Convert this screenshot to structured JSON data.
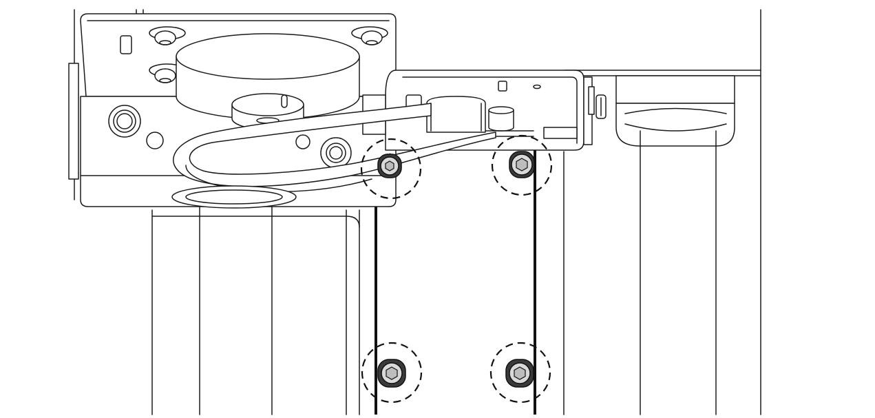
{
  "illustration": {
    "kind": "technical line drawing",
    "colors": {
      "line": "#1a1a1a",
      "fill": "#ffffff",
      "bolt_head": "#d9d9d9",
      "bolt_body": "#3a3a3a"
    }
  },
  "callouts": {
    "style": "dashed circle",
    "count": 4
  }
}
